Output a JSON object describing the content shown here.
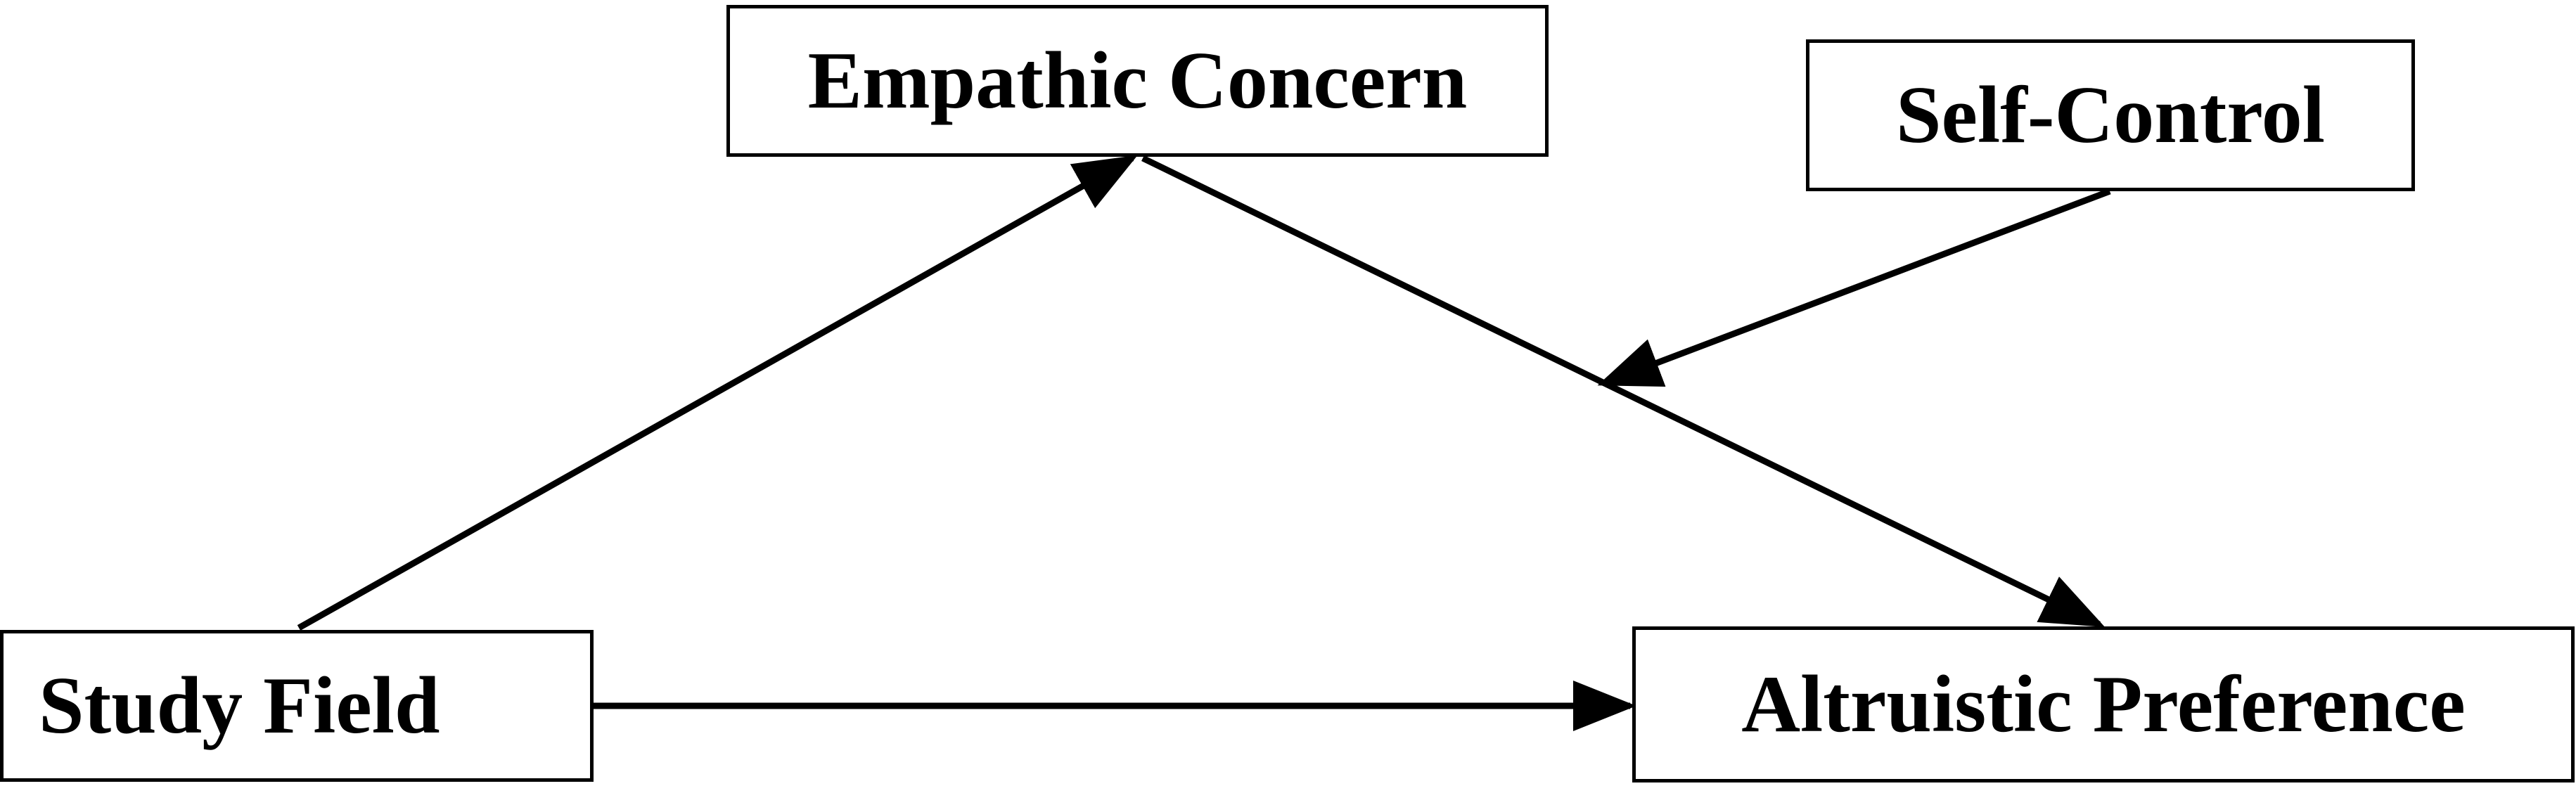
{
  "diagram": {
    "type": "mediation-moderation path diagram",
    "nodes": {
      "empathic_concern": "Empathic Concern",
      "self_control": "Self-Control",
      "study_field": "Study Field",
      "altruistic_preference": "Altruistic Preference"
    },
    "edges": [
      {
        "from": "study_field",
        "to": "empathic_concern"
      },
      {
        "from": "empathic_concern",
        "to": "altruistic_preference"
      },
      {
        "from": "study_field",
        "to": "altruistic_preference"
      },
      {
        "from": "self_control",
        "to": "empathic_concern-altruistic_preference-path"
      }
    ],
    "colors": {
      "line": "#000000",
      "box_border": "#000000",
      "background": "#ffffff"
    }
  }
}
